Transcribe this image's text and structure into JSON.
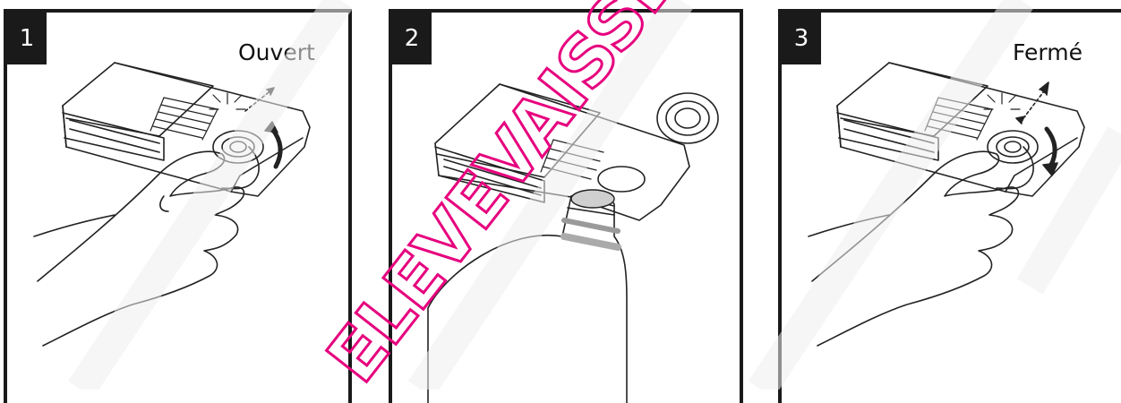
{
  "panels": [
    {
      "number": "1",
      "caption": "Ouvert"
    },
    {
      "number": "2",
      "caption": ""
    },
    {
      "number": "3",
      "caption": "Fermé"
    }
  ],
  "watermark": {
    "text": "ELEVEVAISSELLE",
    "color": "#e6007e"
  },
  "colors": {
    "frame": "#1a1a1a",
    "ink": "#222222",
    "stripe": "#f1f1f1"
  }
}
